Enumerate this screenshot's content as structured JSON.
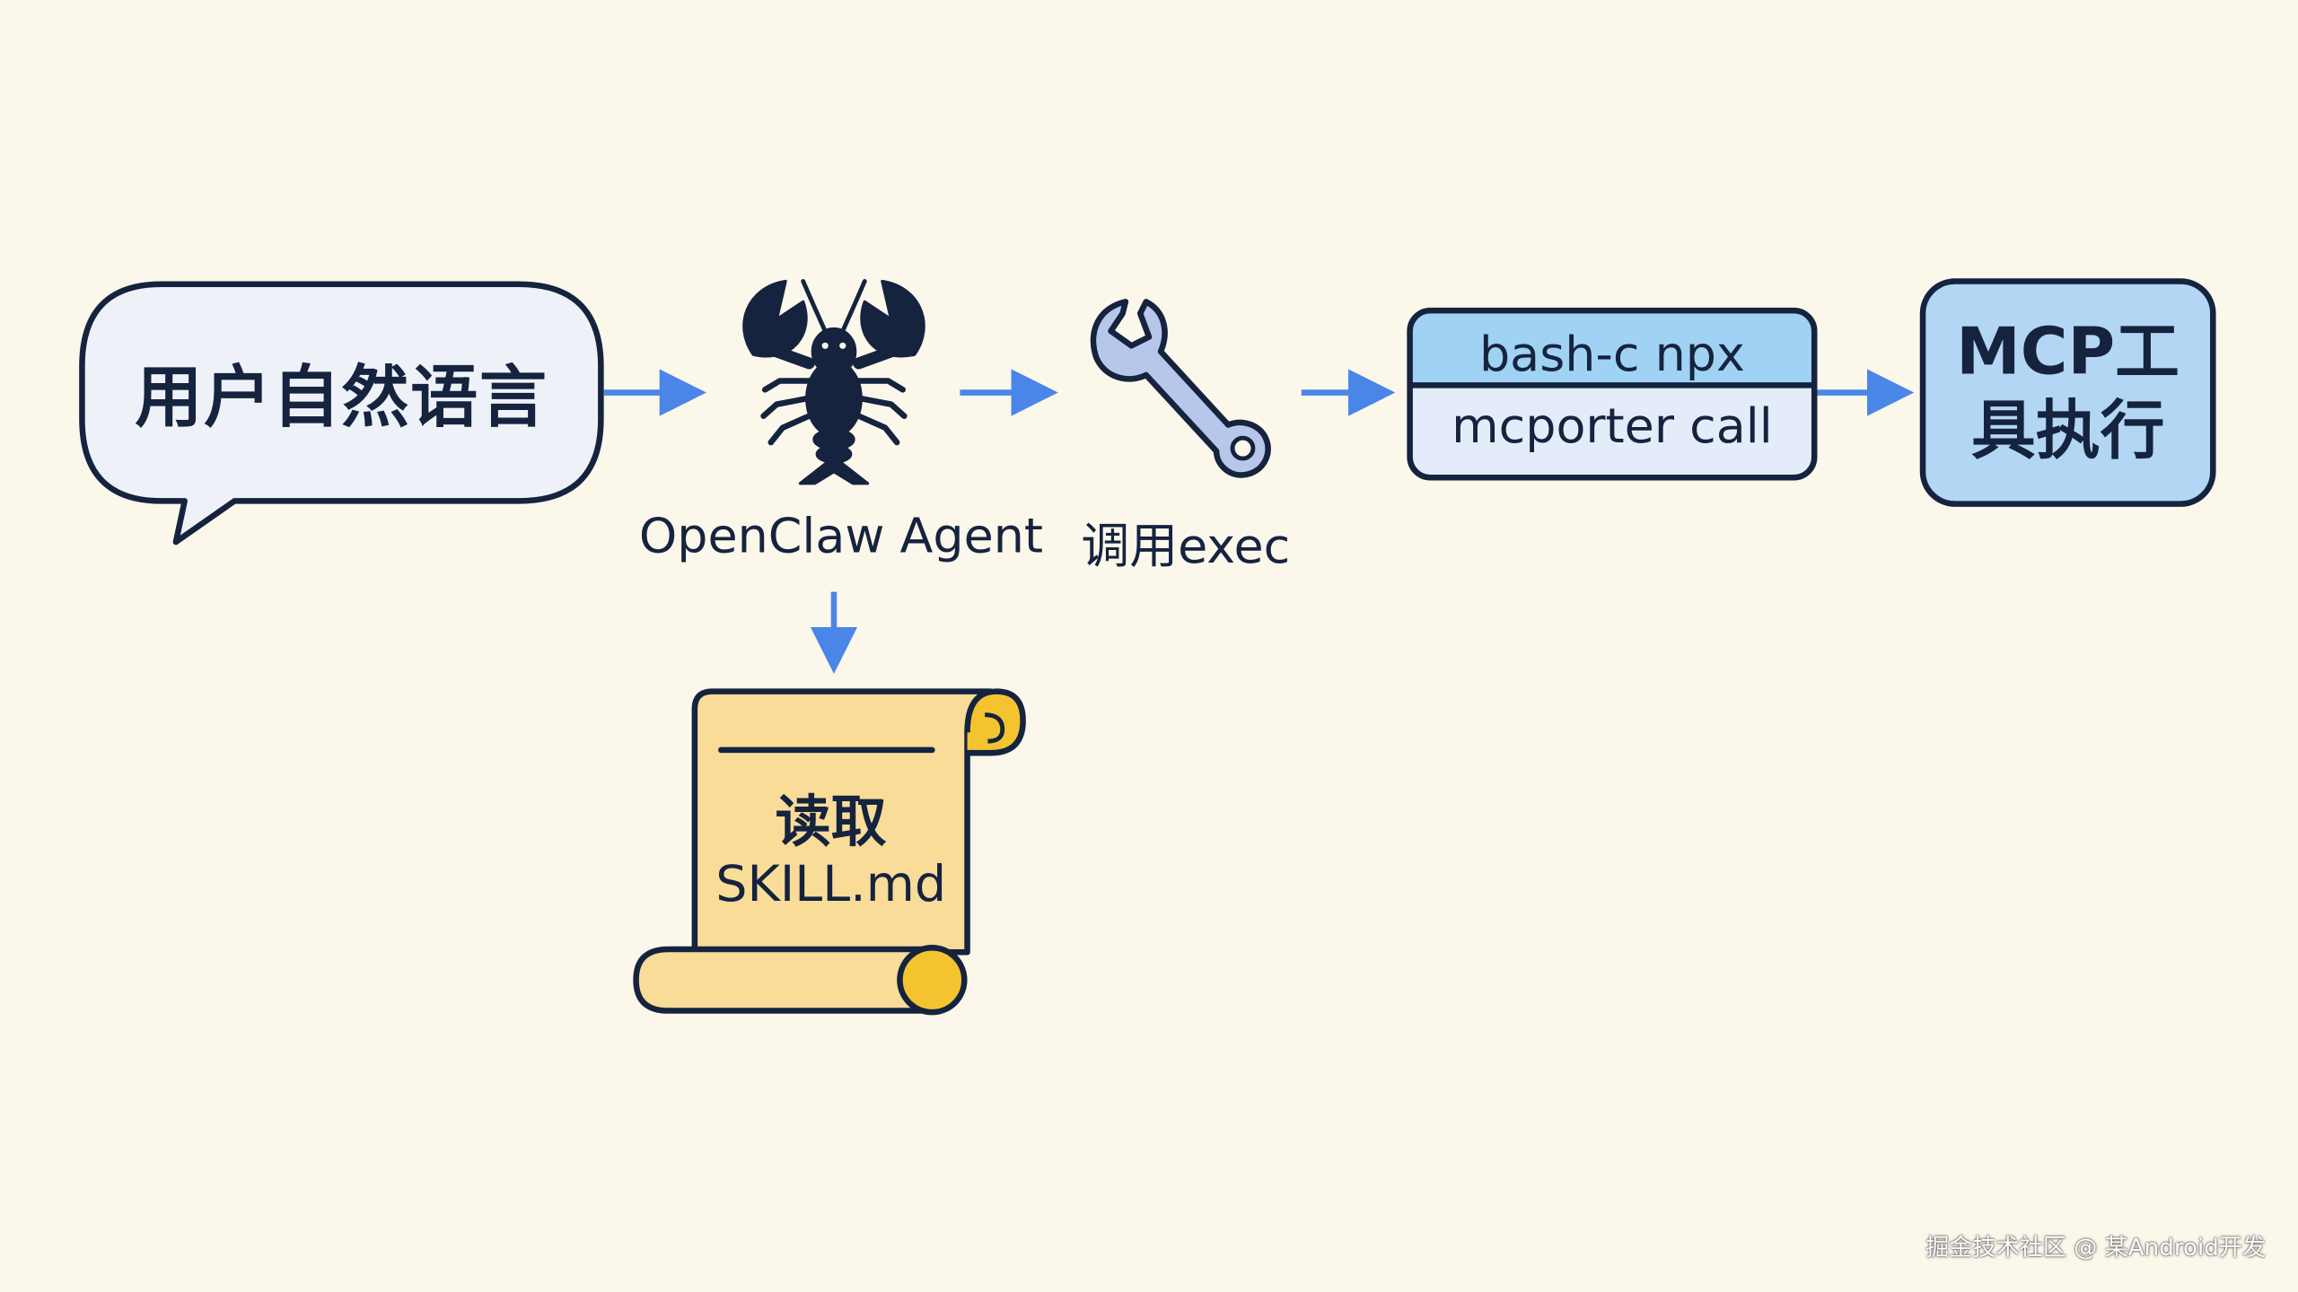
{
  "bubble": {
    "text": "用户自然语言"
  },
  "agent": {
    "label": "OpenClaw Agent",
    "icon": "lobster-icon"
  },
  "exec": {
    "label": "调用exec",
    "icon": "wrench-icon"
  },
  "command": {
    "line1": "bash-c npx",
    "line2": "mcporter call"
  },
  "mcp": {
    "line1": "MCP工",
    "line2": "具执行"
  },
  "skill": {
    "line1": "读取",
    "line2": "SKILL.md",
    "icon": "scroll-icon"
  },
  "watermark": "掘金技术社区 @ 某Android开发",
  "colors": {
    "background": "#fbf7ea",
    "ink": "#15233f",
    "arrow": "#4a86e8",
    "bubble_fill": "#eef2f8",
    "cmd_top_fill": "#9fd2f3",
    "cmd_bottom_fill": "#e4ecf9",
    "mcp_fill": "#b3d6f4",
    "scroll_fill": "#f8dc98",
    "scroll_curl": "#f4c430",
    "wrench_fill": "#b6c7ea"
  }
}
